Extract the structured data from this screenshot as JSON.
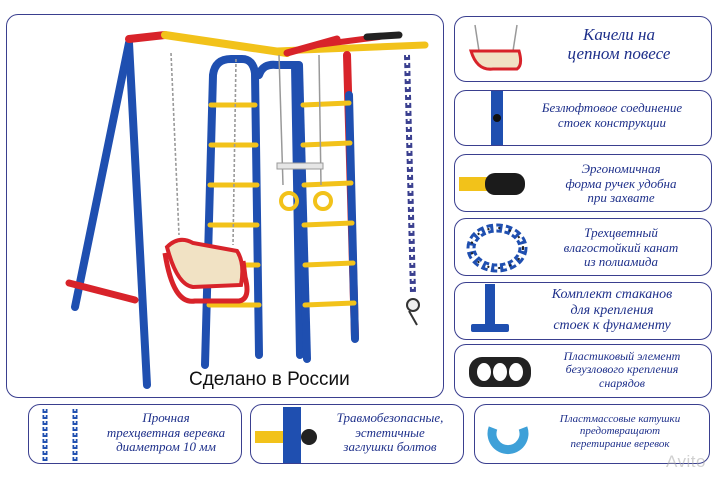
{
  "made_in": "Сделано в России",
  "features": [
    {
      "lines": [
        "Качели на",
        "цепном повесе"
      ],
      "icon": "chain-swing-seat-icon"
    },
    {
      "lines": [
        "Безлюфтовое соединение",
        "стоек конструкции"
      ],
      "icon": "pipe-joint-icon"
    },
    {
      "lines": [
        "Эргономичная",
        "форма ручек удобна",
        "при захвате"
      ],
      "icon": "handle-grip-icon"
    },
    {
      "lines": [
        "Трехцветный",
        "влагостойкий канат",
        "из полиамида"
      ],
      "icon": "rope-coil-icon"
    },
    {
      "lines": [
        "Комплект стаканов",
        "для крепления",
        "стоек к фунаменту"
      ],
      "icon": "mount-cup-icon"
    },
    {
      "lines": [
        "Пластиковый элемент",
        "безузлового крепления",
        "снарядов"
      ],
      "icon": "plastic-clip-icon"
    }
  ],
  "bottom_features": [
    {
      "lines": [
        "Прочная",
        "трехцветная веревка",
        "диаметром 10 мм"
      ],
      "icon": "braided-rope-icon"
    },
    {
      "lines": [
        "Травмобезопасные,",
        "эстетичные",
        "заглушки болтов"
      ],
      "icon": "bolt-cap-icon"
    },
    {
      "lines": [
        "Пластмассовые катушки",
        "предотвращают",
        "перетирание веревок"
      ],
      "icon": "plastic-reel-icon"
    }
  ],
  "watermark": "Avito",
  "colors": {
    "blue": "#1f4fb0",
    "red": "#d8232a",
    "yellow": "#f2c21a",
    "border": "#3a3f8f",
    "text": "#1d2f8a"
  }
}
